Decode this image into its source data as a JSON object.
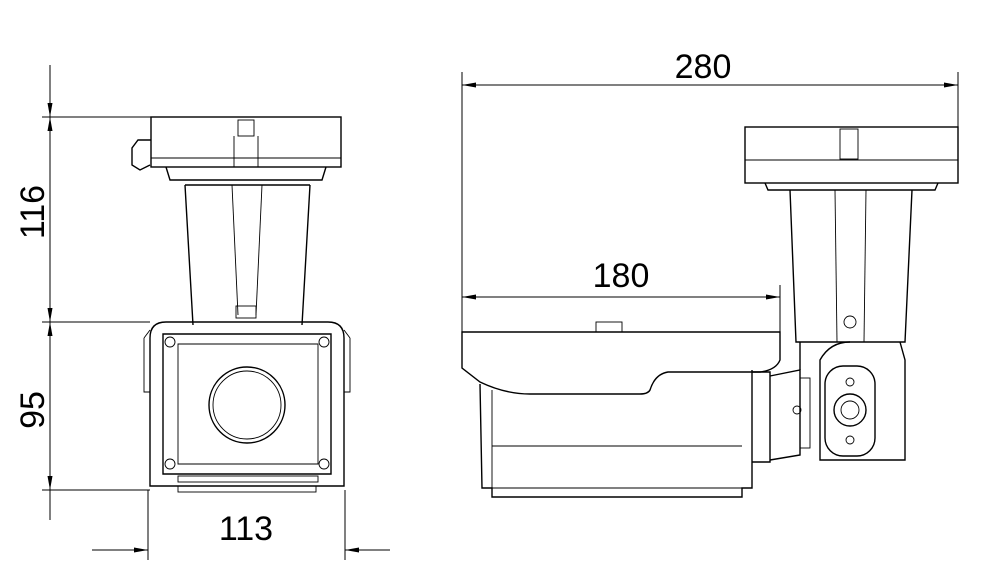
{
  "dimensions": {
    "front_height_mount": "116",
    "front_height_housing": "95",
    "front_width": "113",
    "side_total_length": "280",
    "side_housing_length": "180"
  },
  "colors": {
    "line": "#000000",
    "background": "#ffffff"
  }
}
